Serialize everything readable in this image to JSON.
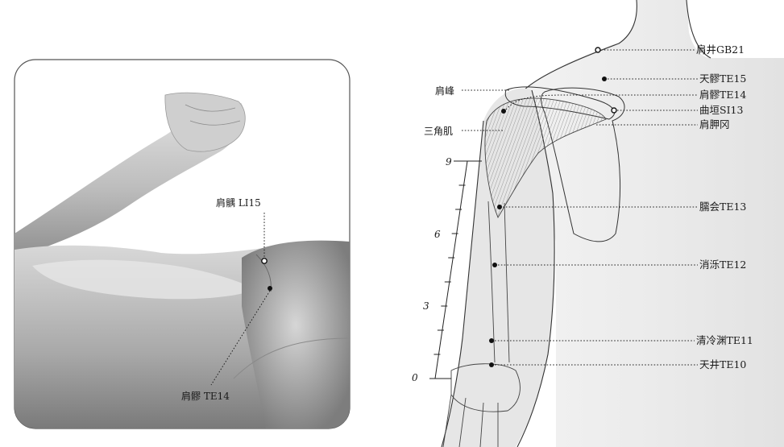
{
  "photo_panel": {
    "labels": {
      "jianyu": "肩髃 LI15",
      "jianliao": "肩髎 TE14"
    }
  },
  "diagram_panel": {
    "landmarks": {
      "jianfeng": "肩峰",
      "sanjiaoji": "三角肌"
    },
    "scale_ticks": [
      "9",
      "6",
      "3",
      "0"
    ],
    "points": [
      {
        "id": "gb21",
        "label": "肩井GB21"
      },
      {
        "id": "te15",
        "label": "天髎TE15"
      },
      {
        "id": "te14",
        "label": "肩髎TE14"
      },
      {
        "id": "si13",
        "label": "曲垣SI13"
      },
      {
        "id": "shoulder-blade-ridge",
        "label": "肩胛冈"
      },
      {
        "id": "te13",
        "label": "臑会TE13"
      },
      {
        "id": "te12",
        "label": "消泺TE12"
      },
      {
        "id": "te11",
        "label": "清冷渊TE11"
      },
      {
        "id": "te10",
        "label": "天井TE10"
      }
    ]
  }
}
